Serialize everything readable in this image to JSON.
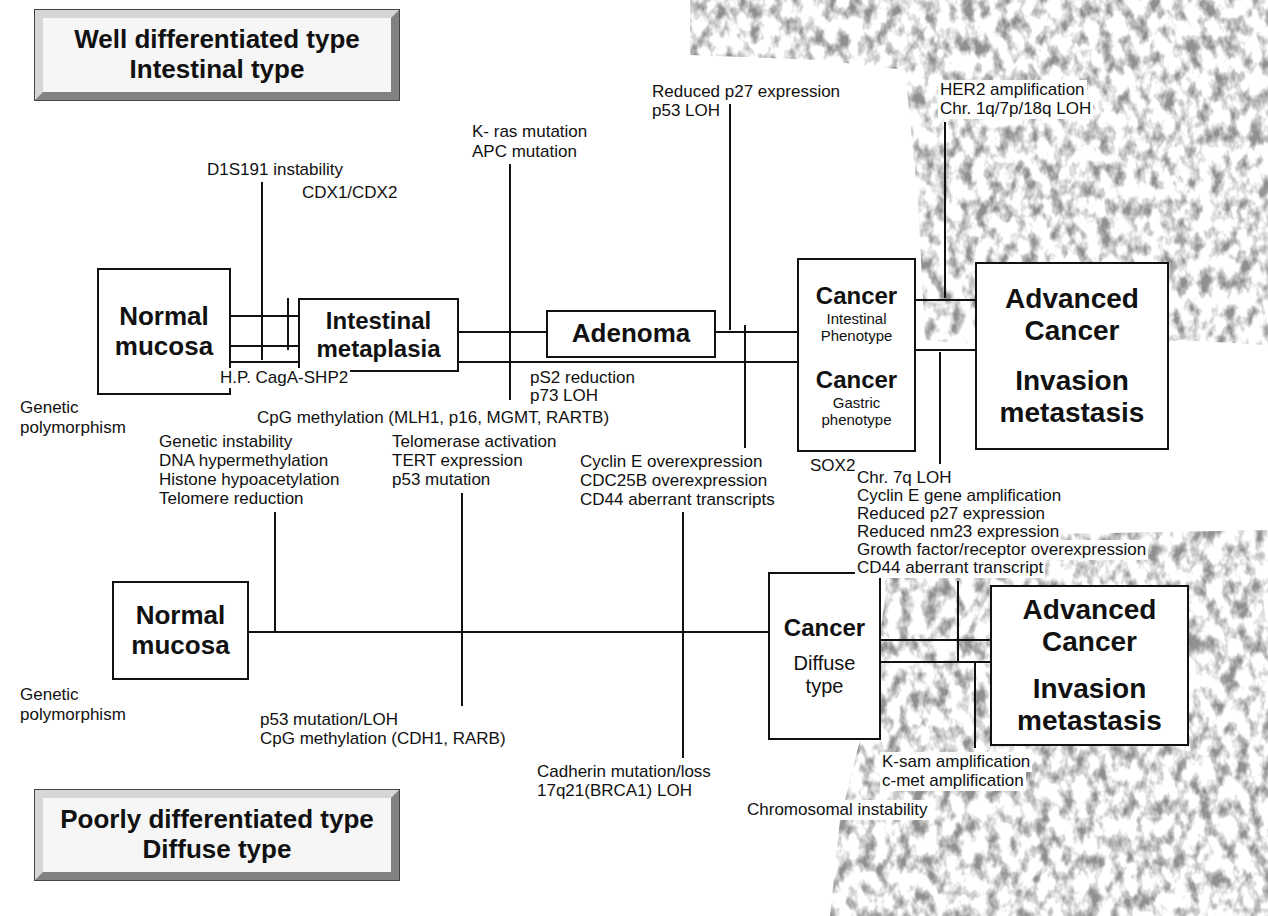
{
  "diagram": {
    "nodes": [
      {
        "text": [
          "Well differentiated type Intestinal type"
        ]
      },
      {
        "text": [
          "Normal mucosa"
        ]
      },
      {
        "text": [
          "Intestinal metaplasia"
        ]
      },
      {
        "text": [
          "Adenoma"
        ]
      },
      {
        "text": [
          "Cancer",
          "Intestinal Phenotype",
          "Cancer",
          "Gastric phenotype"
        ]
      },
      {
        "text": [
          "Advanced Cancer",
          "Invasion metastasis"
        ]
      },
      {
        "text": [
          "Normal mucosa"
        ]
      },
      {
        "text": [
          "Cancer",
          "Diffuse type"
        ]
      },
      {
        "text": [
          "Advanced Cancer",
          "Invasion metastasis"
        ]
      },
      {
        "text": [
          "Poorly differentiated type Diffuse type"
        ]
      }
    ],
    "edges": [
      {
        "from": 1,
        "to": 2,
        "arrow": "none"
      },
      {
        "from": 2,
        "to": 3,
        "arrow": "none"
      },
      {
        "from": 3,
        "to": 4,
        "arrow": "none"
      },
      {
        "from": 1,
        "to": 4,
        "arrow": "none"
      },
      {
        "from": 4,
        "to": 5,
        "arrow": "none"
      },
      {
        "from": 6,
        "to": 7,
        "arrow": "none"
      },
      {
        "from": 7,
        "to": 8,
        "arrow": "none"
      }
    ],
    "labels": [
      "Reduced p27 expression",
      "p53 LOH",
      "HER2 amplification",
      "Chr. 1q/7p/18q LOH",
      "K- ras mutation",
      "APC mutation",
      "D1S191 instability",
      "CDX1/CDX2",
      "H.P. CagA-SHP2",
      "pS2 reduction",
      "p73 LOH",
      "CpG methylation (MLH1, p16, MGMT, RARTB)",
      "Genetic polymorphism",
      "SOX2",
      "Genetic instability",
      "DNA hypermethylation",
      "Histone hypoacetylation",
      "Telomere reduction",
      "Telomerase activation",
      "TERT expression",
      "p53 mutation",
      "Cyclin E overexpression",
      "CDC25B overexpression",
      "CD44 aberrant transcripts",
      "Chr. 7q LOH",
      "Cyclin E gene amplification",
      "Reduced p27 expression",
      "Reduced nm23 expression",
      "Growth factor/receptor overexpression",
      "CD44 aberrant transcript",
      "Genetic polymorphism",
      "p53 mutation/LOH",
      "CpG methylation (CDH1, RARB)",
      "Cadherin mutation/loss",
      "17q21(BRCA1) LOH",
      "K-sam amplification",
      "c-met amplification",
      "Chromosomal instability"
    ]
  }
}
